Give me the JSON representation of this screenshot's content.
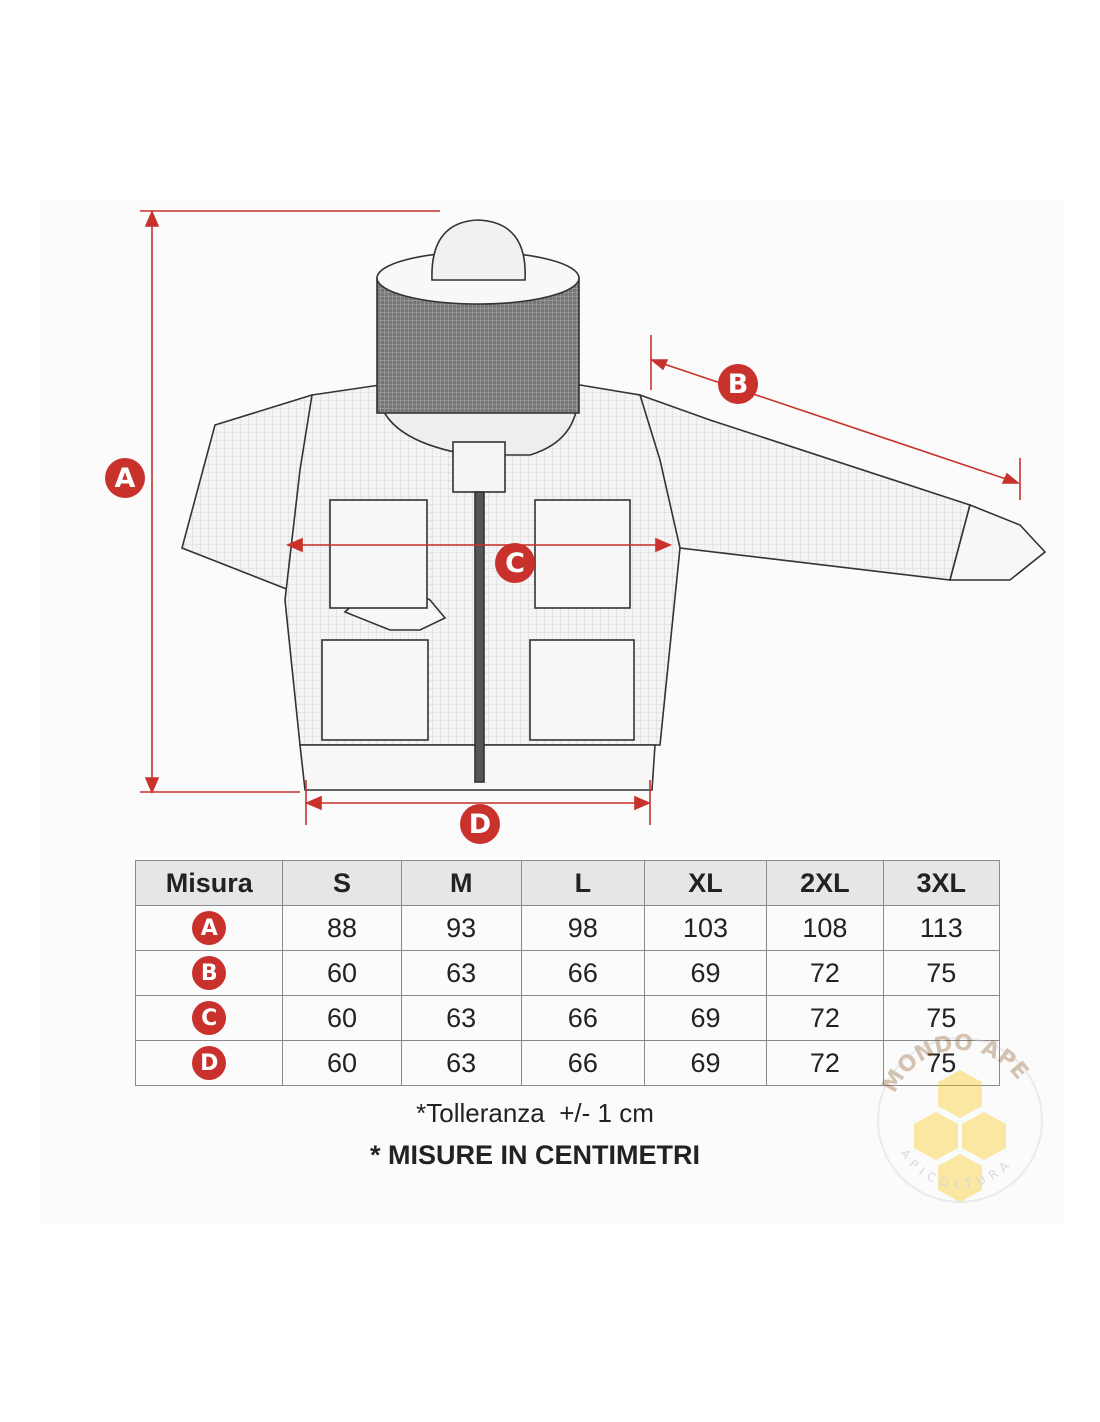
{
  "diagram": {
    "labels": {
      "a": "A",
      "b": "B",
      "c": "C",
      "d": "D"
    },
    "accent_color": "#c8312c"
  },
  "size_table": {
    "header": [
      "Misura",
      "S",
      "M",
      "L",
      "XL",
      "2XL",
      "3XL"
    ],
    "rows": [
      {
        "label": "A",
        "values": [
          "88",
          "93",
          "98",
          "103",
          "108",
          "113"
        ]
      },
      {
        "label": "B",
        "values": [
          "60",
          "63",
          "66",
          "69",
          "72",
          "75"
        ]
      },
      {
        "label": "C",
        "values": [
          "60",
          "63",
          "66",
          "69",
          "72",
          "75"
        ]
      },
      {
        "label": "D",
        "values": [
          "60",
          "63",
          "66",
          "69",
          "72",
          "75"
        ]
      }
    ]
  },
  "notes": {
    "tolerance": "*Tolleranza  +/- 1 cm",
    "units": "* MISURE IN CENTIMETRI"
  },
  "watermark": {
    "top": "MONDO APE",
    "bottom": "APICOLTURA"
  }
}
